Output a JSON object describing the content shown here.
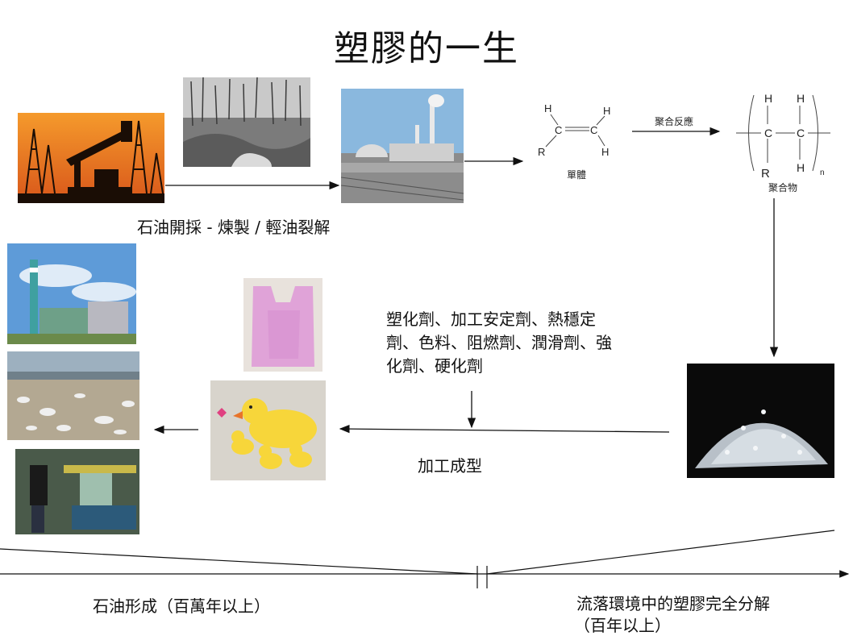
{
  "title": "塑膠的一生",
  "labels": {
    "oil_process": "石油開採 - 煉製 / 輕油裂解",
    "monomer": "單體",
    "polymerization": "聚合反應",
    "polymer": "聚合物",
    "additives": "塑化劑、加工安定劑、熱穩定劑、色料、阻燃劑、潤滑劑、強化劑、硬化劑",
    "processing": "加工成型",
    "oil_formation": "石油形成（百萬年以上）",
    "degradation_line1": "流落環境中的塑膠完全分解",
    "degradation_line2": "（百年以上）"
  },
  "chem": {
    "monomer_atoms": [
      "H",
      "C",
      "C",
      "H",
      "R",
      "H"
    ],
    "polymer_atoms": [
      "H",
      "H",
      "C",
      "C",
      "R",
      "H"
    ],
    "subscript_n": "n"
  },
  "colors": {
    "sunset": "#e8741c",
    "sky": "#7fb2e0",
    "arrow": "#111111"
  }
}
